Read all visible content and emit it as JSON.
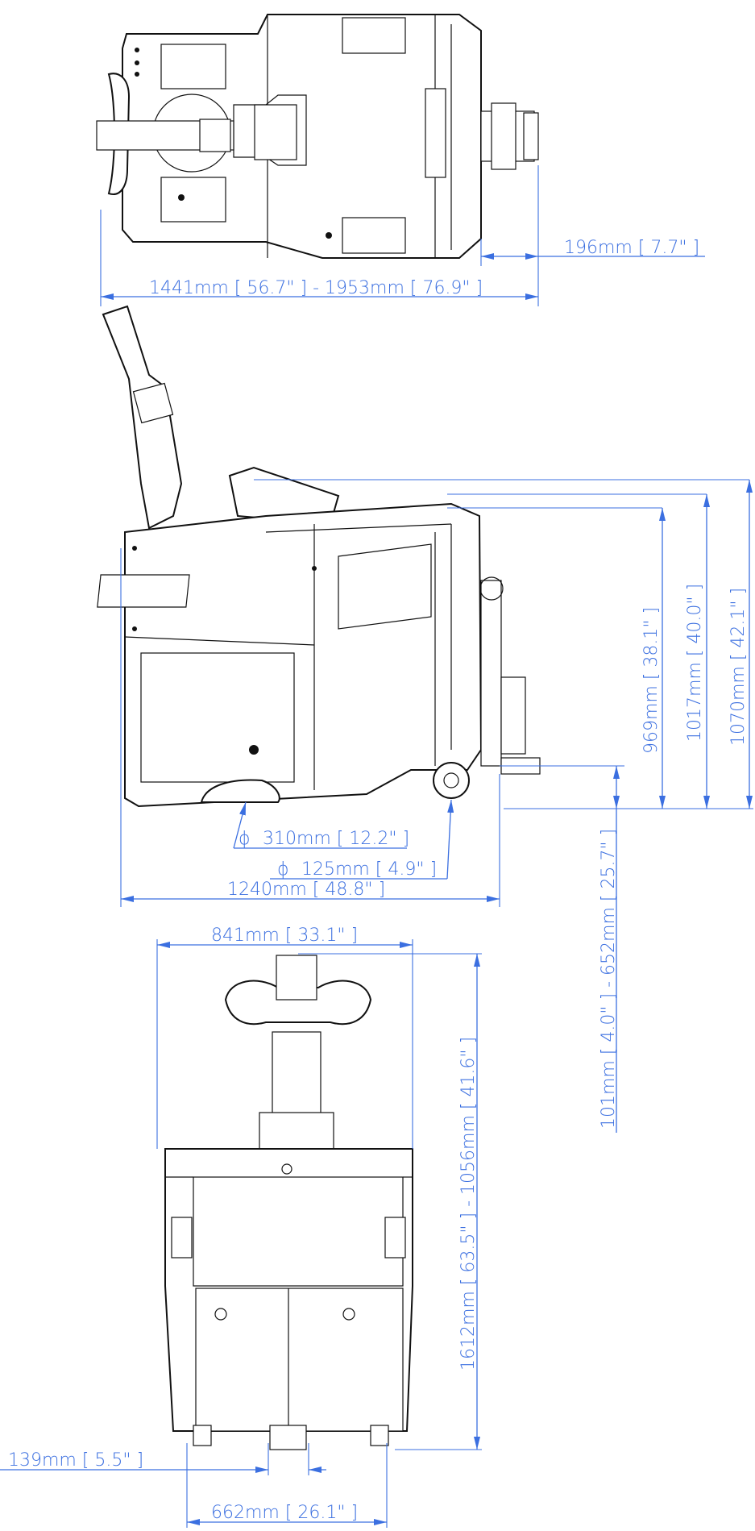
{
  "dimensions": {
    "top_extension": "196mm [ 7.7\" ]",
    "top_overall_length": "1441mm [ 56.7\" ]  - 1953mm [ 76.9\" ]",
    "side_height_969": "969mm [ 38.1\" ]",
    "side_height_1017": "1017mm [ 40.0\" ]",
    "side_height_1070": "1070mm [ 42.1\" ]",
    "drive_wheel": "310mm [ 12.2\" ]",
    "caster_wheel": "125mm [ 4.9\" ]",
    "side_length": "1240mm [ 48.8\" ]",
    "hitch_height": "101mm [ 4.0\" ]  - 652mm [ 25.7\" ]",
    "front_width": "841mm [ 33.1\" ]",
    "front_handle_height": "1612mm [ 63.5\" ]  - 1056mm [ 41.6\" ]",
    "front_hitch_width": "139mm [ 5.5\" ]",
    "front_track": "662mm [ 26.1\" ]"
  },
  "symbols": {
    "diameter": "ϕ"
  },
  "colors": {
    "dimension": "#3b6fe0",
    "outline": "#111111"
  }
}
